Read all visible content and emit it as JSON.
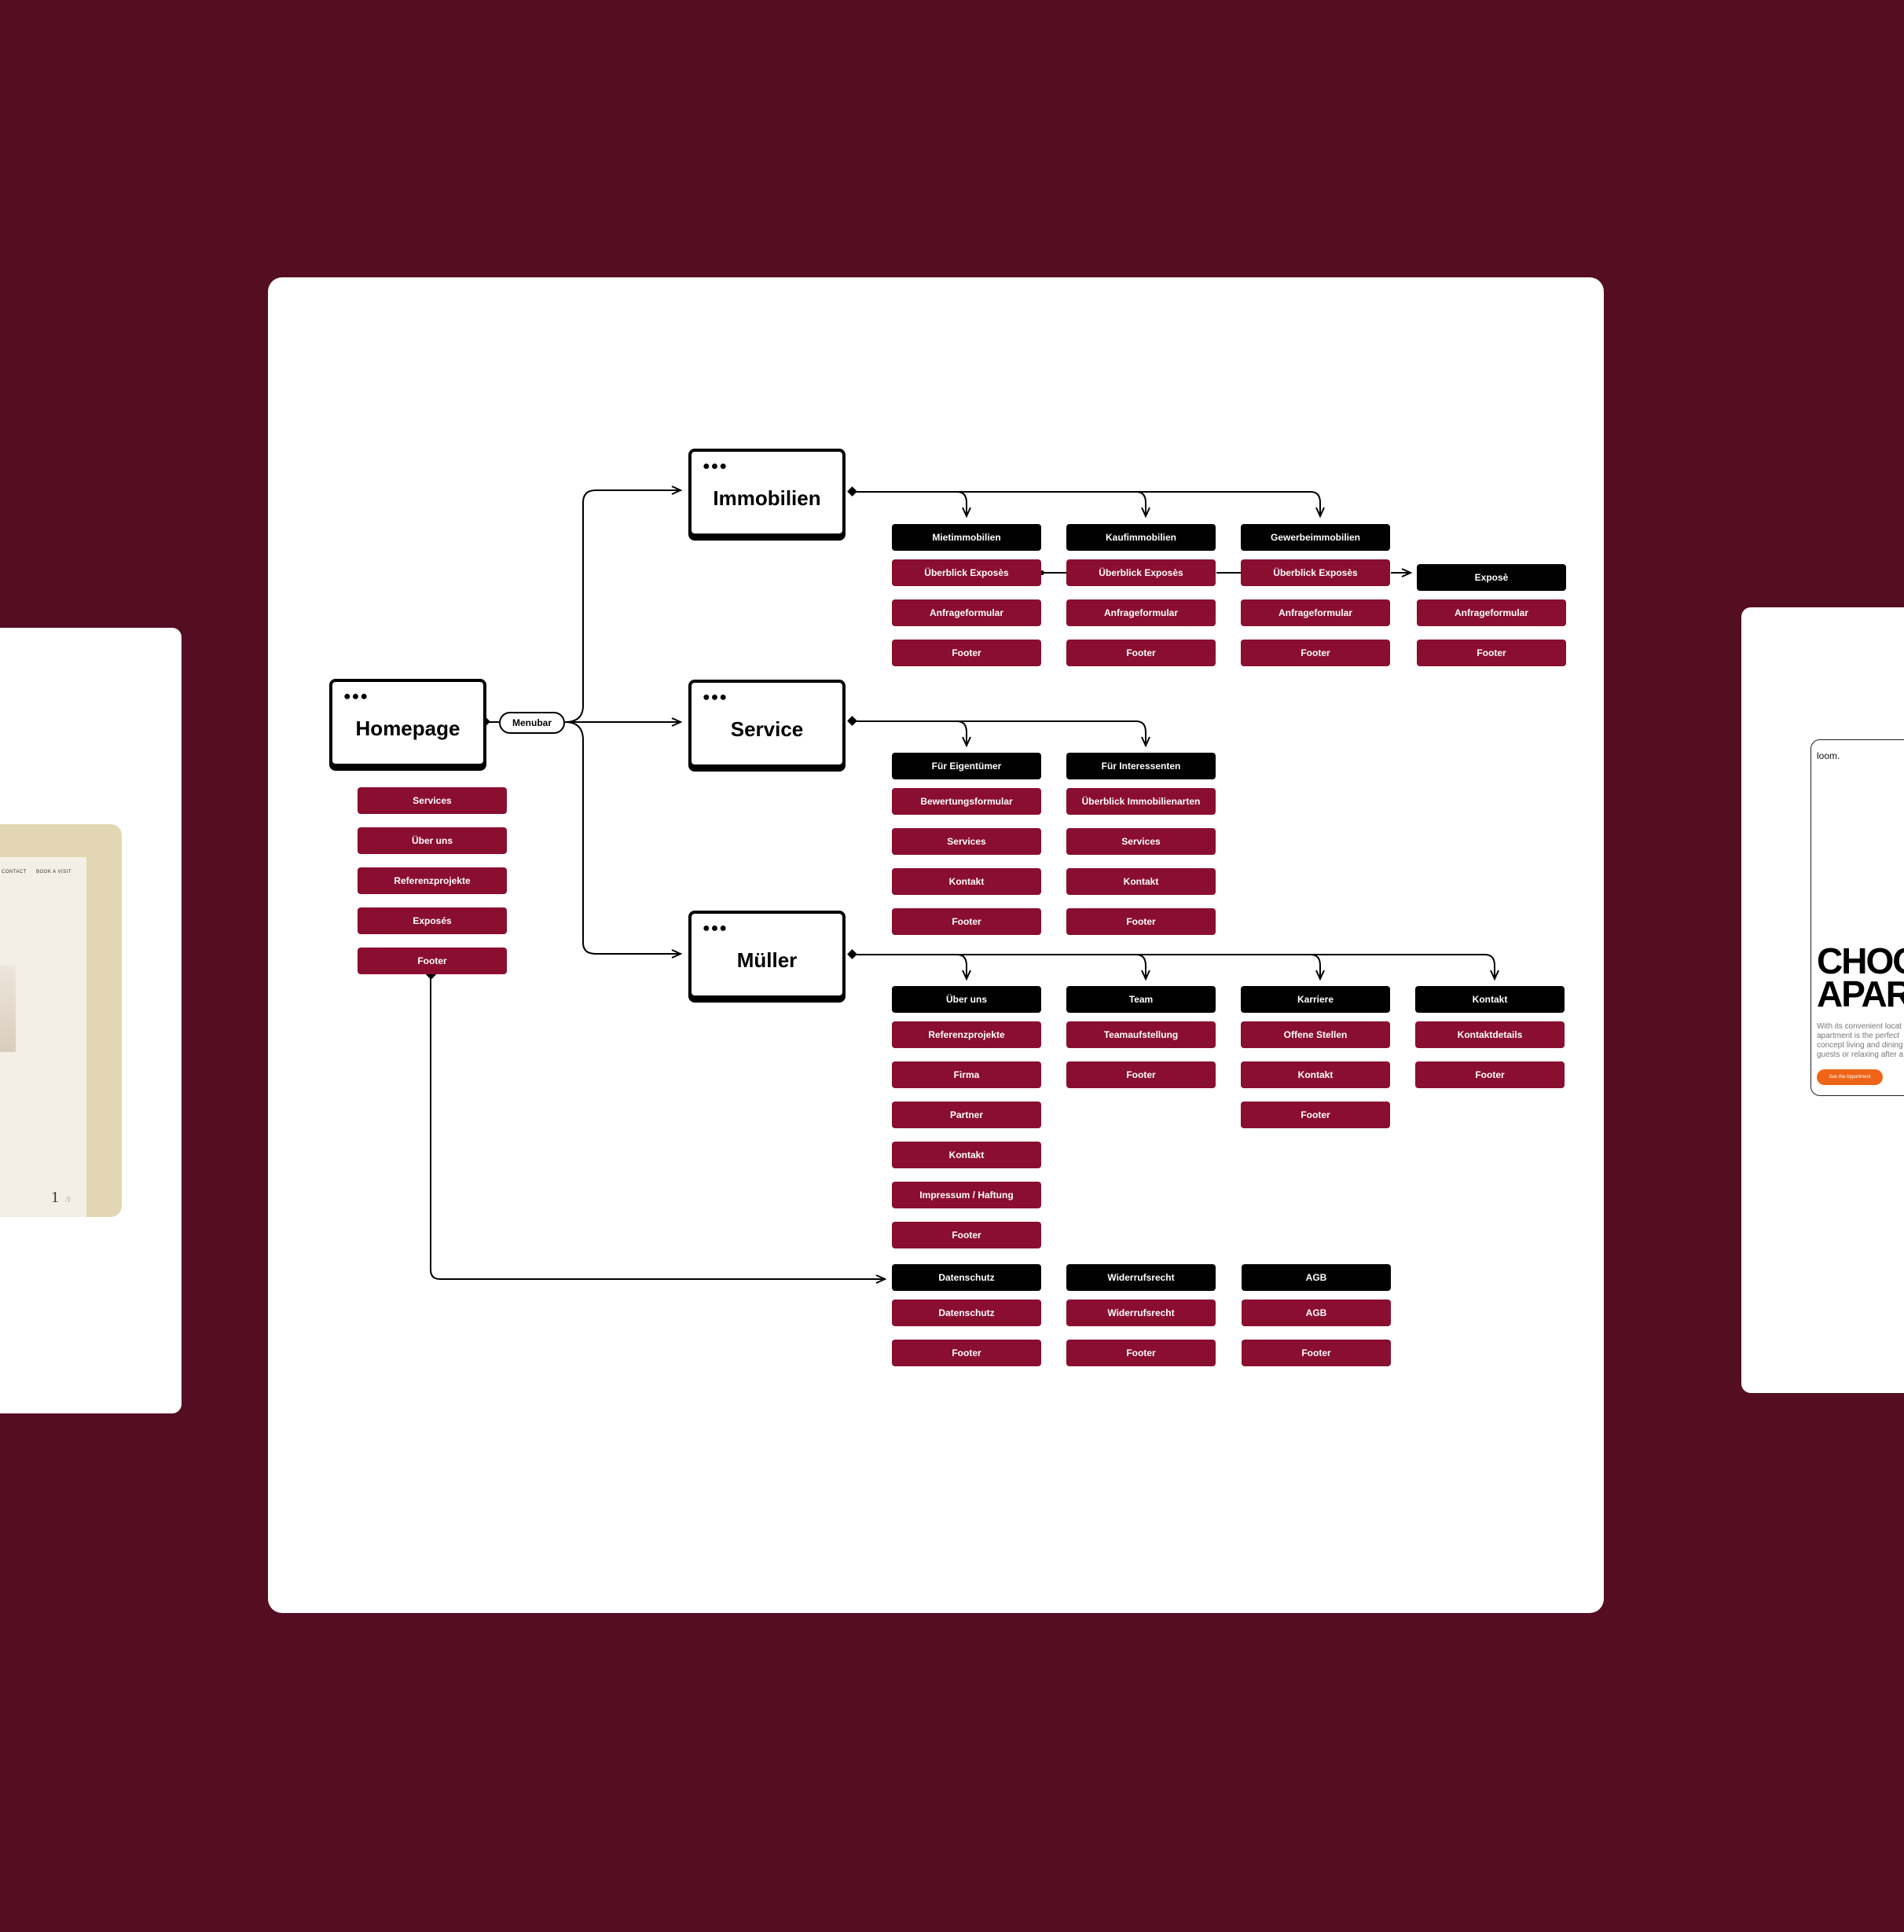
{
  "left_card": {
    "nav_items": [
      "CONTACT",
      "BOOK A VISIT"
    ],
    "page_number": "1",
    "page_number_suffix": "/I"
  },
  "right_card": {
    "logo": "loom.",
    "headline_line1": "CHOO",
    "headline_line2": "APAR",
    "body_lines": [
      "With its convenient locat",
      "apartment is the perfect",
      "concept living and dining",
      "guests or relaxing after a"
    ],
    "button_label": "See the Appartment",
    "accent_color": "#f06418"
  },
  "colors": {
    "background": "#540d22",
    "box_red": "#8a0e30",
    "box_black": "#000000"
  },
  "diagram": {
    "root": {
      "title": "Homepage",
      "connector": "Menubar",
      "sections": [
        "Services",
        "Über uns",
        "Referenzprojekte",
        "Exposés",
        "Footer"
      ]
    },
    "immobilien": {
      "title": "Immobilien",
      "columns": [
        {
          "header": "Mietimmobilien",
          "items": [
            "Überblick Exposès",
            "Anfrageformular",
            "Footer"
          ]
        },
        {
          "header": "Kaufimmobilien",
          "items": [
            "Überblick Exposès",
            "Anfrageformular",
            "Footer"
          ]
        },
        {
          "header": "Gewerbeimmobilien",
          "items": [
            "Überblick Exposès",
            "Anfrageformular",
            "Footer"
          ]
        },
        {
          "header": "Exposè",
          "items": [
            "Anfrageformular",
            "Footer"
          ]
        }
      ]
    },
    "service": {
      "title": "Service",
      "columns": [
        {
          "header": "Für Eigentümer",
          "items": [
            "Bewertungsformular",
            "Services",
            "Kontakt",
            "Footer"
          ]
        },
        {
          "header": "Für Interessenten",
          "items": [
            "Überblick Immobilienarten",
            "Services",
            "Kontakt",
            "Footer"
          ]
        }
      ]
    },
    "mueller": {
      "title": "Müller",
      "columns": [
        {
          "header": "Über uns",
          "items": [
            "Referenzprojekte",
            "Firma",
            "Partner",
            "Kontakt",
            "Impressum / Haftung",
            "Footer"
          ]
        },
        {
          "header": "Team",
          "items": [
            "Teamaufstellung",
            "Footer"
          ]
        },
        {
          "header": "Karriere",
          "items": [
            "Offene Stellen",
            "Kontakt",
            "Footer"
          ]
        },
        {
          "header": "Kontakt",
          "items": [
            "Kontaktdetails",
            "Footer"
          ]
        }
      ]
    },
    "legal": {
      "columns": [
        {
          "header": "Datenschutz",
          "items": [
            "Datenschutz",
            "Footer"
          ]
        },
        {
          "header": "Widerrufsrecht",
          "items": [
            "Widerrufsrecht",
            "Footer"
          ]
        },
        {
          "header": "AGB",
          "items": [
            "AGB",
            "Footer"
          ]
        }
      ]
    }
  }
}
